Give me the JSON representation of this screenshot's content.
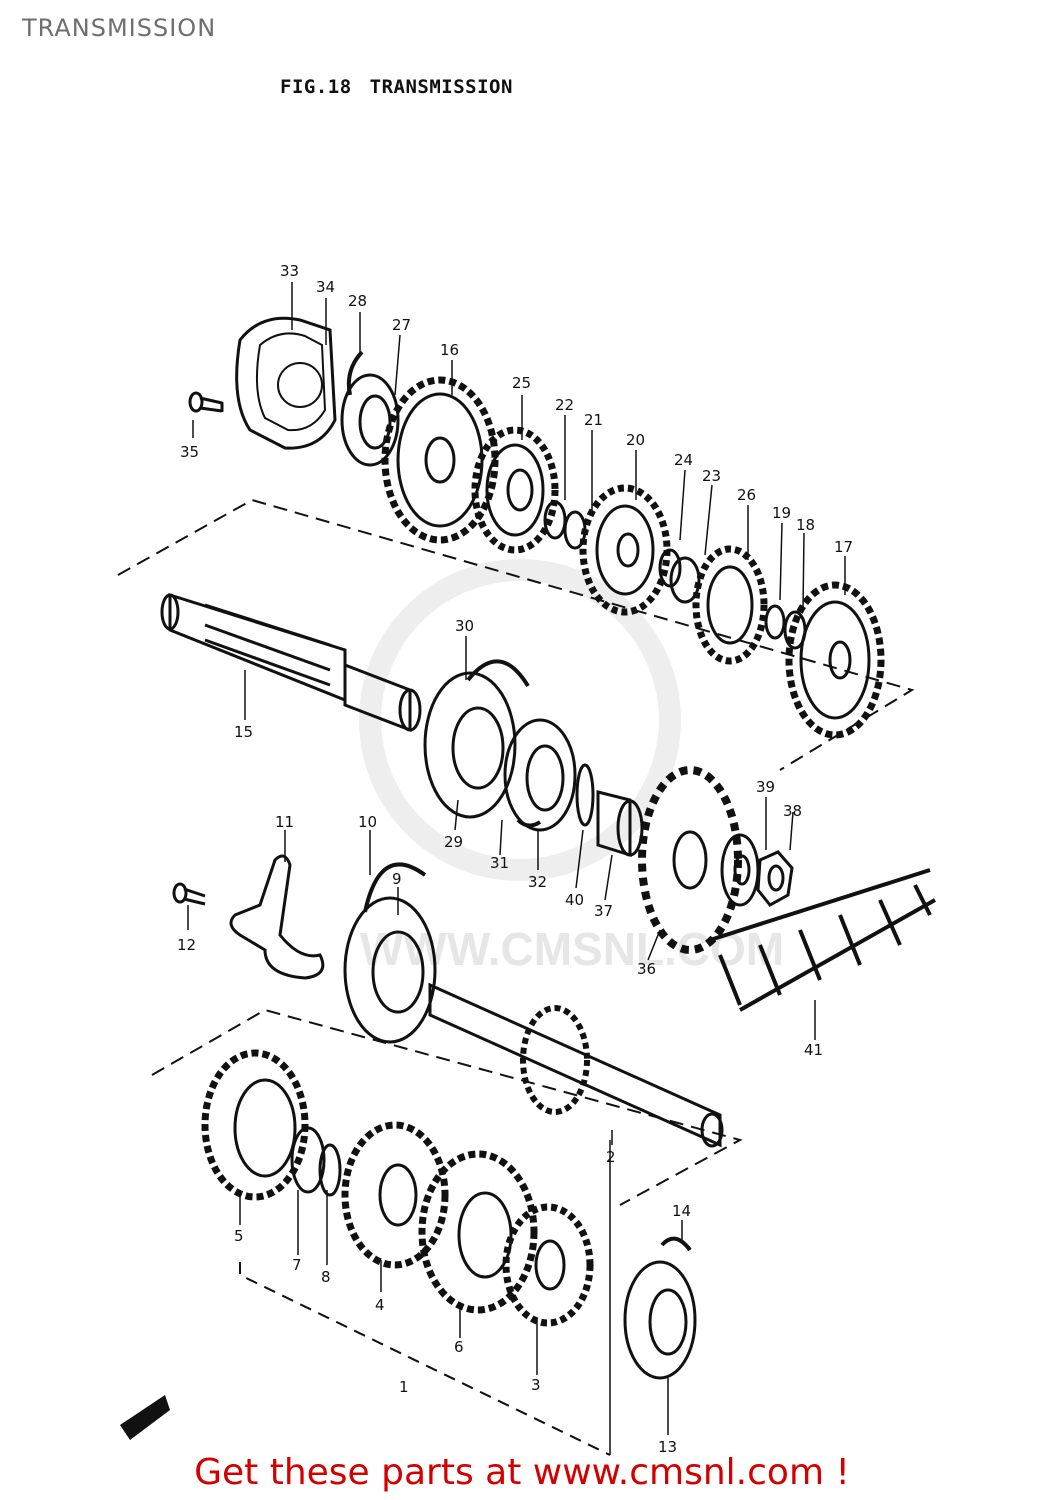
{
  "header": {
    "title": "TRANSMISSION"
  },
  "figure": {
    "number": "FIG.18",
    "title": "TRANSMISSION"
  },
  "watermark": "WWW.CMSNL.COM",
  "callouts": [
    "33",
    "34",
    "28",
    "27",
    "16",
    "25",
    "22",
    "21",
    "20",
    "24",
    "23",
    "26",
    "19",
    "18",
    "17",
    "35",
    "30",
    "15",
    "29",
    "31",
    "32",
    "40",
    "37",
    "39",
    "38",
    "36",
    "41",
    "11",
    "10",
    "9",
    "12",
    "2",
    "14",
    "5",
    "7",
    "8",
    "4",
    "6",
    "3",
    "1",
    "13"
  ],
  "footer": {
    "text": "Get these parts at www.cmsnl.com !",
    "color": "#d40000"
  }
}
